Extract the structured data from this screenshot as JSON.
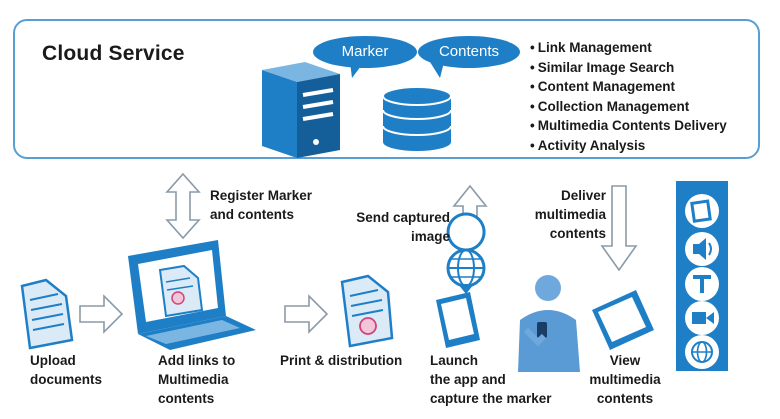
{
  "cloud": {
    "title": "Cloud Service",
    "bubbles": {
      "marker": "Marker",
      "contents": "Contents"
    },
    "features": [
      "Link Management",
      "Similar Image Search",
      "Content Management",
      "Collection Management",
      "Multimedia Contents Delivery",
      "Activity Analysis"
    ]
  },
  "flows": {
    "register": "Register Marker\nand contents",
    "send": "Send captured\nimage",
    "deliver": "Deliver\nmultimedia\ncontents"
  },
  "steps": {
    "upload": "Upload\ndocuments",
    "add_links": "Add links to\nMultimedia\ncontents",
    "print": "Print & distribution",
    "launch": "Launch\nthe app and\ncapture the marker",
    "view": "View\nmultimedia\ncontents"
  },
  "colors": {
    "brand_blue": "#1f7fc6",
    "outline_blue": "#5a9fd4",
    "light_blue": "#dbeaf7"
  },
  "icons": [
    "server-icon",
    "database-icon",
    "document-icon",
    "laptop-icon",
    "globe-icon",
    "smartphone-icon",
    "person-icon",
    "tablet-icon",
    "image-icon",
    "audio-icon",
    "text-icon",
    "video-icon",
    "web-icon"
  ]
}
